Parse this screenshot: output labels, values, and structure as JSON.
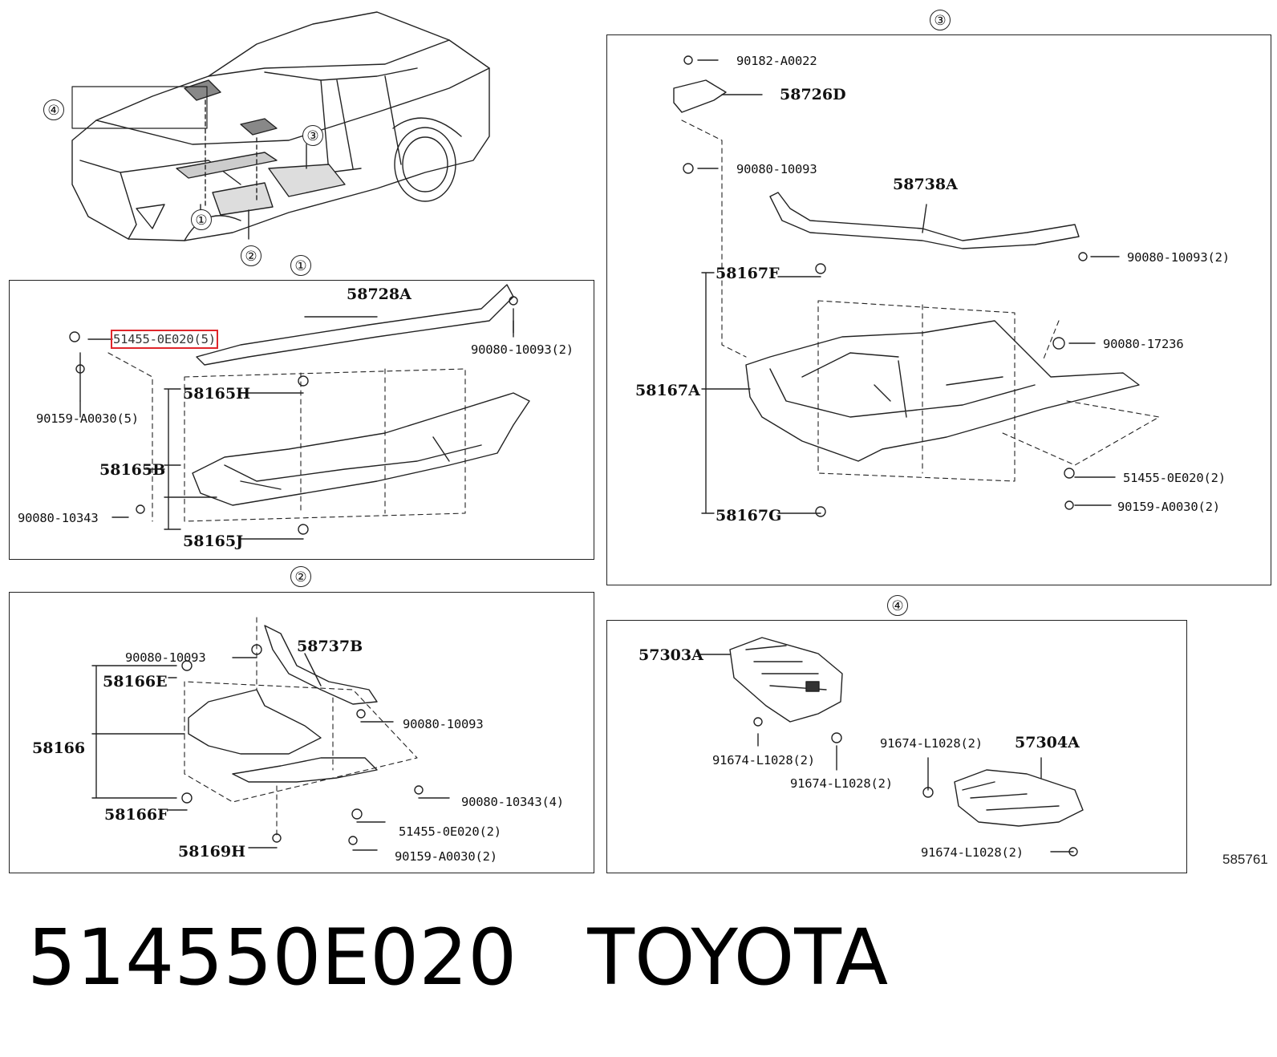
{
  "footer": {
    "part_number": "514550E020",
    "brand": "TOYOTA",
    "illustration_id": "585761"
  },
  "callouts": [
    "①",
    "②",
    "③",
    "④"
  ],
  "highlight_color": "#e0262b",
  "sections": {
    "s1": {
      "labels": {
        "a": "58728A",
        "b": "51455-0E020(5)",
        "c": "90080-10093(2)",
        "d": "58165H",
        "e": "90159-A0030(5)",
        "f": "58165B",
        "g": "90080-10343",
        "h": "58165J"
      }
    },
    "s2": {
      "labels": {
        "a": "90080-10093",
        "b": "58737B",
        "c": "58166E",
        "d": "90080-10093",
        "e": "58166",
        "f": "90080-10343(4)",
        "g": "58166F",
        "h": "51455-0E020(2)",
        "i": "58169H",
        "j": "90159-A0030(2)"
      }
    },
    "s3": {
      "labels": {
        "a": "90182-A0022",
        "b": "58726D",
        "c": "90080-10093",
        "d": "58738A",
        "e": "58167F",
        "f": "90080-10093(2)",
        "g": "90080-17236",
        "h": "58167A",
        "i": "51455-0E020(2)",
        "j": "90159-A0030(2)",
        "k": "58167G"
      }
    },
    "s4": {
      "labels": {
        "a": "57303A",
        "b": "91674-L1028(2)",
        "c": "91674-L1028(2)",
        "d": "91674-L1028(2)",
        "e": "57304A",
        "f": "91674-L1028(2)"
      }
    }
  }
}
